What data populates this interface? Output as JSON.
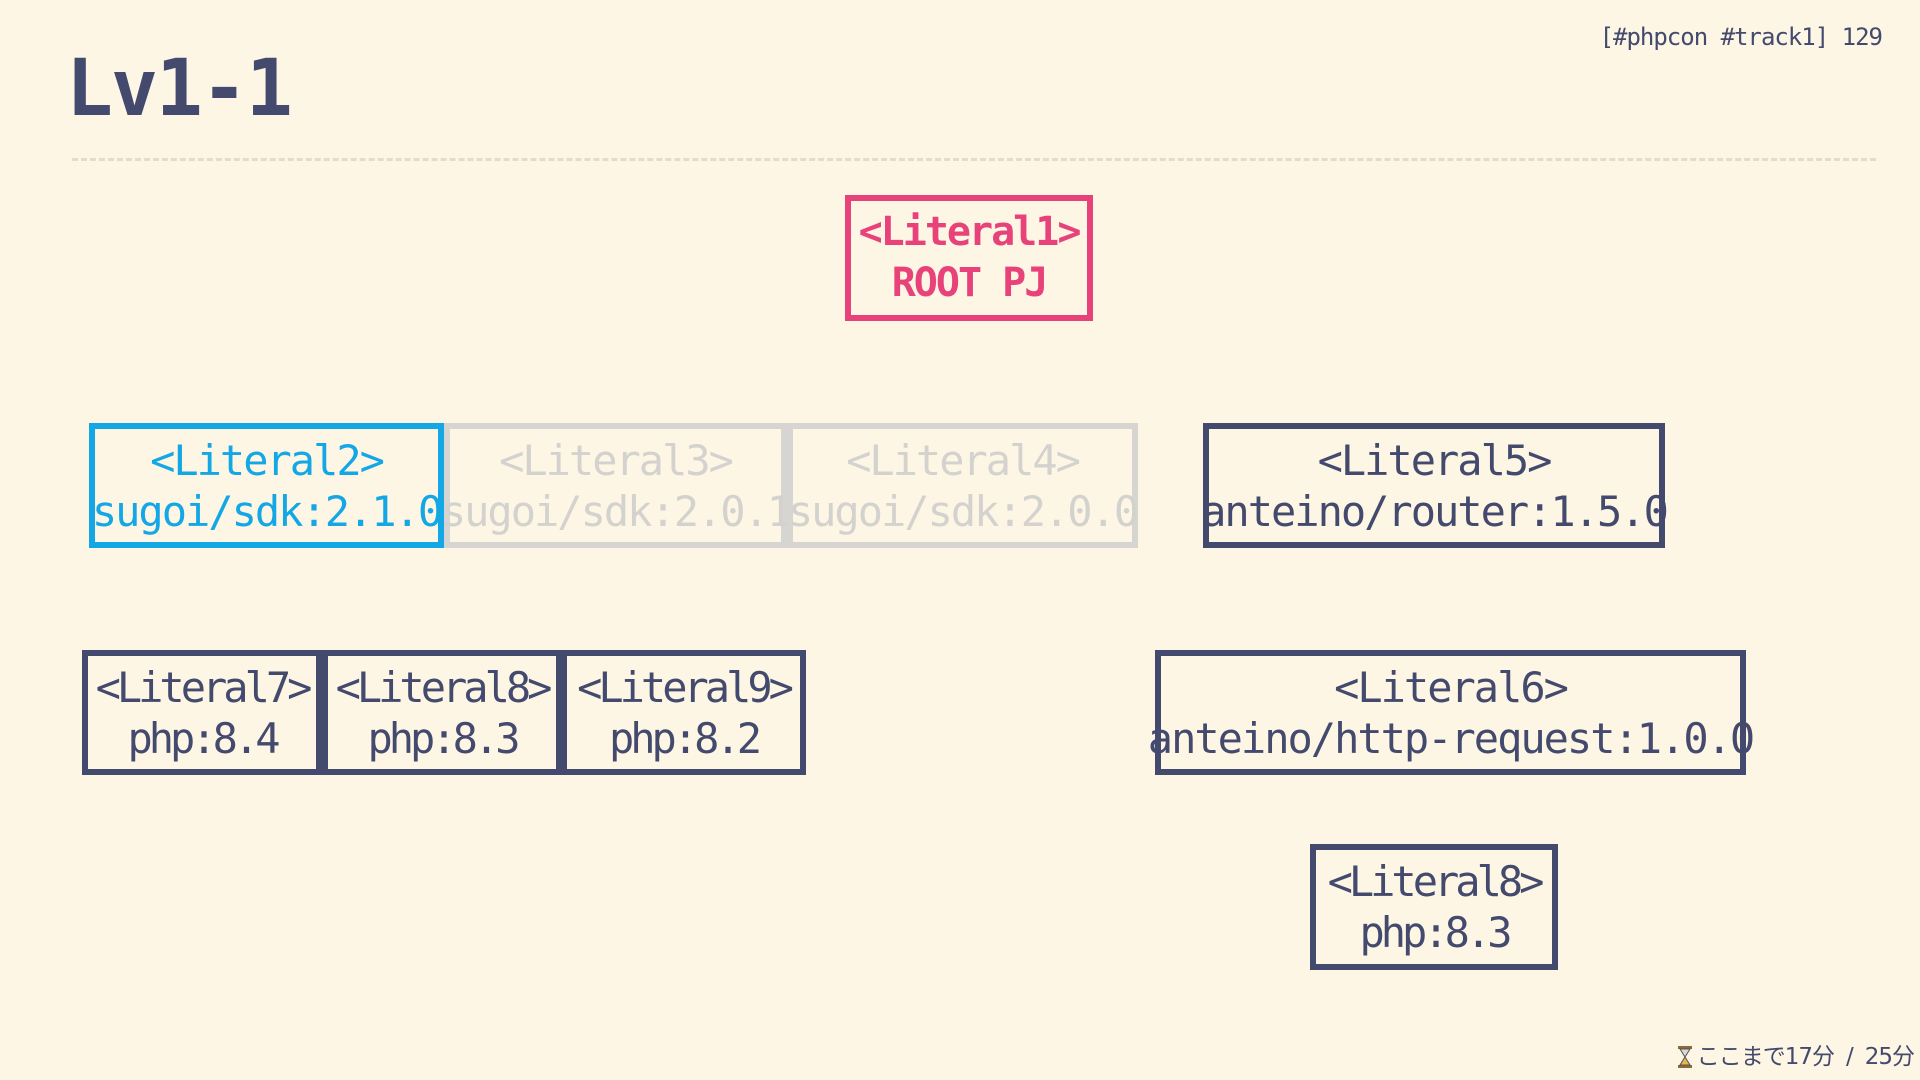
{
  "slide": {
    "title": "Lv1-1",
    "ref": "[#phpcon #track1] 129"
  },
  "diagram": {
    "nodes": {
      "literal1": {
        "label": "<Literal1>",
        "value": "ROOT PJ",
        "state": "root"
      },
      "literal2": {
        "label": "<Literal2>",
        "value": "sugoi/sdk:2.1.0",
        "state": "selected"
      },
      "literal3": {
        "label": "<Literal3>",
        "value": "sugoi/sdk:2.0.1",
        "state": "faded"
      },
      "literal4": {
        "label": "<Literal4>",
        "value": "sugoi/sdk:2.0.0",
        "state": "faded"
      },
      "literal5": {
        "label": "<Literal5>",
        "value": "anteino/router:1.5.0",
        "state": "normal"
      },
      "literal7": {
        "label": "<Literal7>",
        "value": "php:8.4",
        "state": "normal"
      },
      "literal8a": {
        "label": "<Literal8>",
        "value": "php:8.3",
        "state": "normal"
      },
      "literal9": {
        "label": "<Literal9>",
        "value": "php:8.2",
        "state": "normal"
      },
      "literal6": {
        "label": "<Literal6>",
        "value": "anteino/http-request:1.0.0",
        "state": "normal"
      },
      "literal8b": {
        "label": "<Literal8>",
        "value": "php:8.3",
        "state": "normal"
      }
    },
    "colors": {
      "root": "#e8427a",
      "selected": "#13a7e6",
      "faded": "#d6d5d2",
      "normal": "#444a6e",
      "background": "#fdf6e4"
    }
  },
  "footer": {
    "icon": "hourglass-icon",
    "elapsed": "ここまで17分",
    "separator": "/",
    "total": "25分"
  }
}
